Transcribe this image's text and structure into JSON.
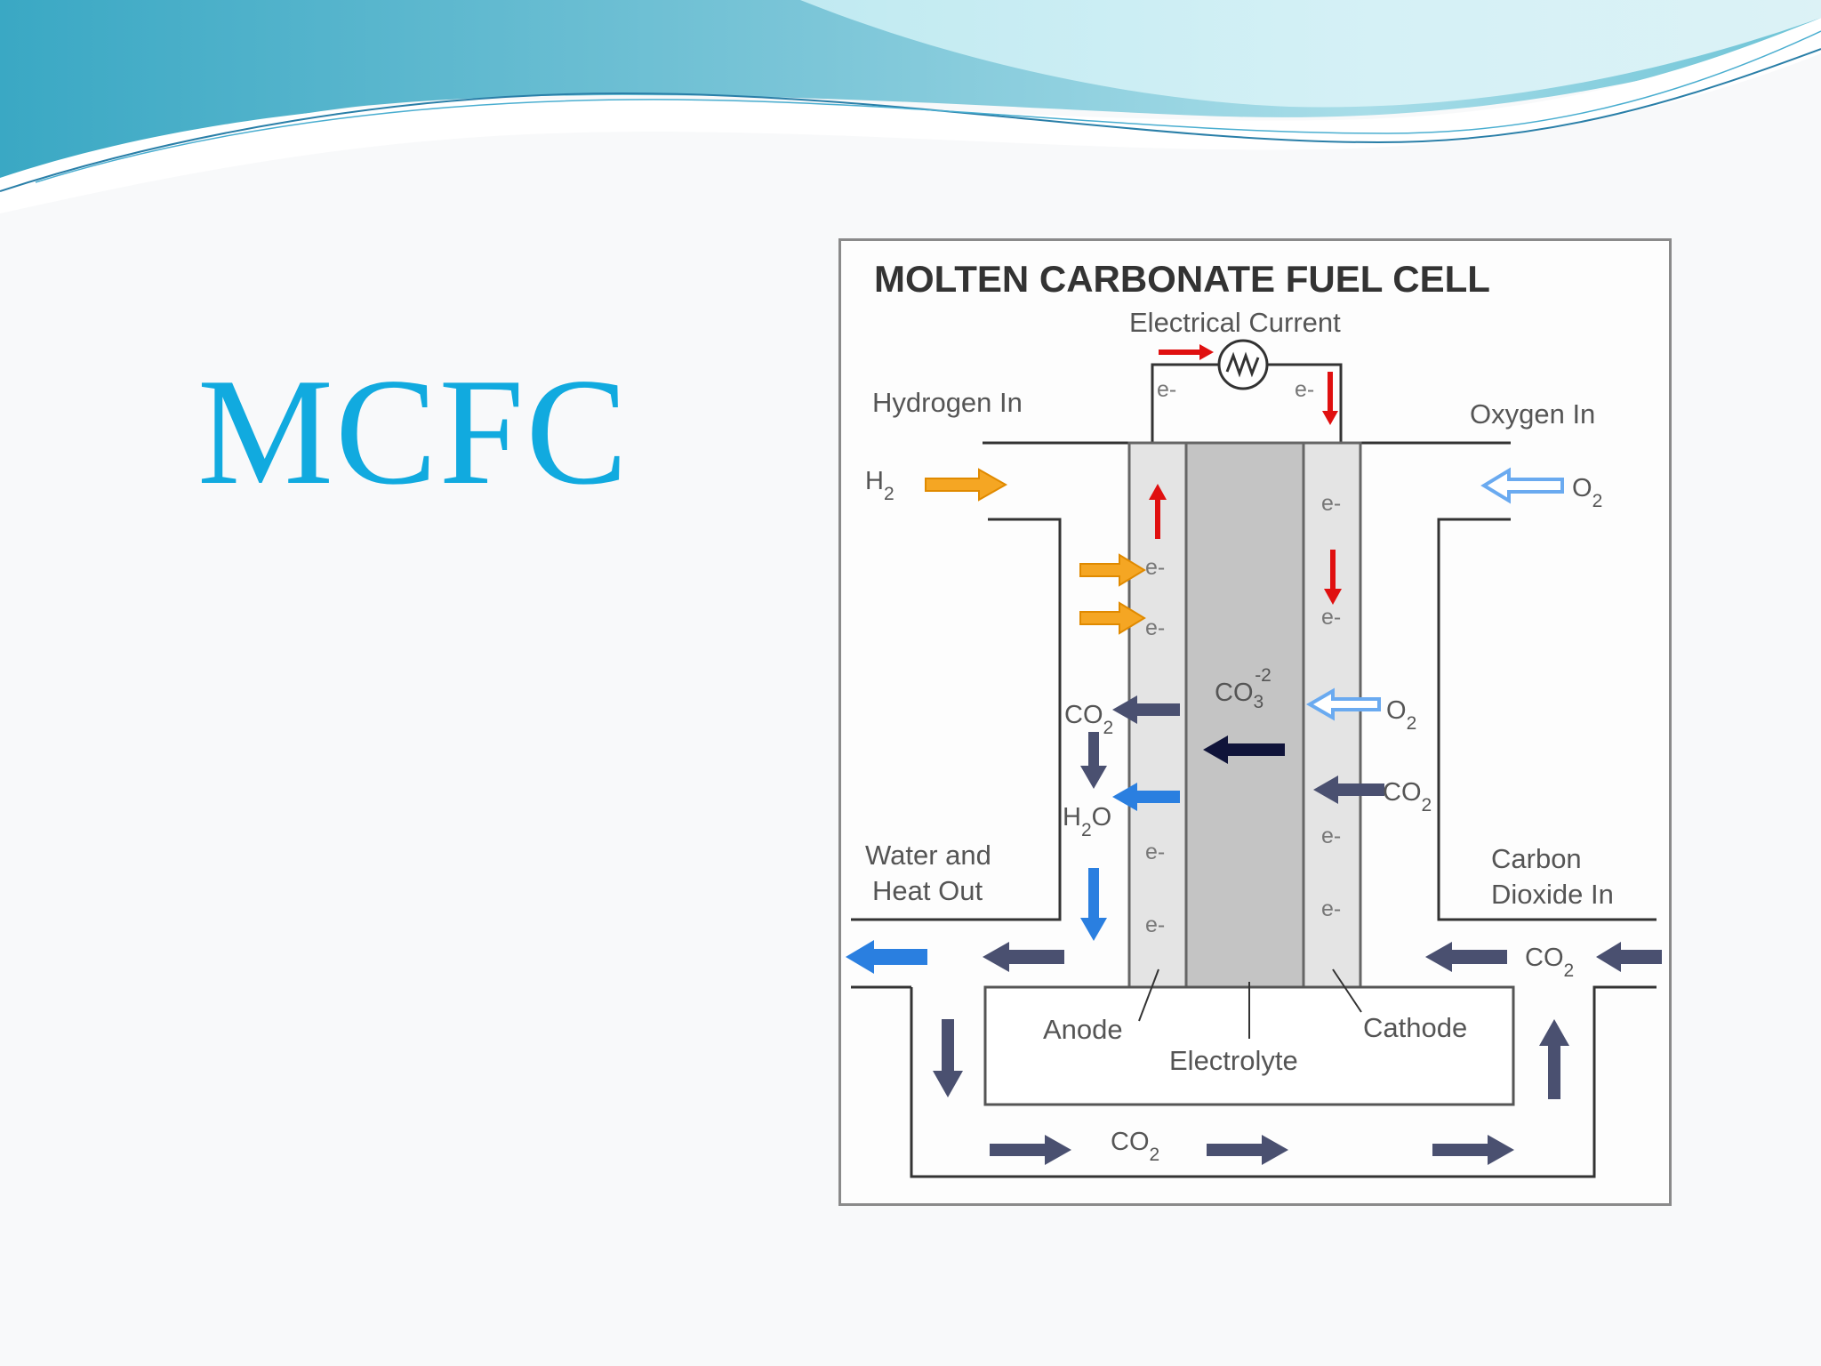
{
  "slide": {
    "title": "MCFC",
    "title_color": "#11aadf",
    "banner_colors": [
      "#3fa4c4",
      "#9fd8e6",
      "#d7f0f5"
    ]
  },
  "diagram": {
    "title": "MOLTEN CARBONATE FUEL CELL",
    "electrical_current": "Electrical Current",
    "hydrogen_in": "Hydrogen In",
    "oxygen_in": "Oxygen In",
    "water_heat_out": [
      "Water and",
      "Heat Out"
    ],
    "carbon_dioxide_in": [
      "Carbon",
      "Dioxide  In"
    ],
    "anode": "Anode",
    "cathode": "Cathode",
    "electrolyte": "Electrolyte",
    "electron": "e-",
    "h2": {
      "base": "H",
      "sub": "2"
    },
    "o2": {
      "base": "O",
      "sub": "2"
    },
    "co2": {
      "base": "CO",
      "sub": "2"
    },
    "h2o": {
      "base": "H",
      "sub": "2",
      "tail": "O"
    },
    "carbonate": {
      "base": "CO",
      "sub": "3",
      "sup": "-2"
    },
    "colors": {
      "hydrogen": "#f5a623",
      "electron_flow": "#e01010",
      "co2": "#4a5070",
      "water": "#2a7fe0",
      "oxygen": "#6aaaf0",
      "carbonate": "#10143a",
      "electrode": "#e4e4e4",
      "electrolyte": "#c4c4c4"
    }
  }
}
